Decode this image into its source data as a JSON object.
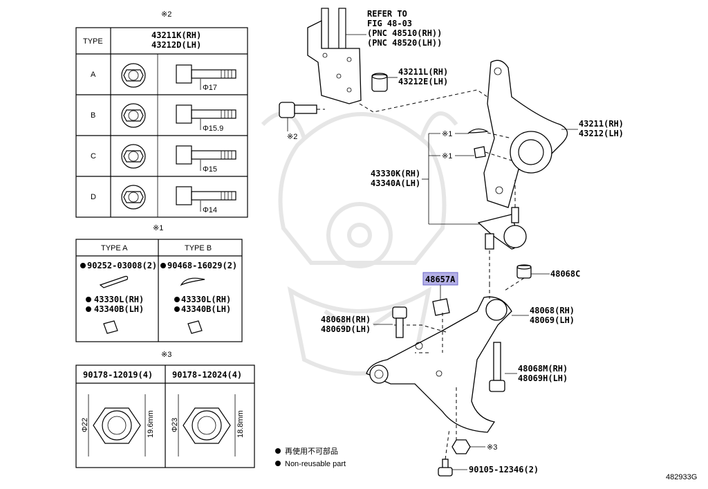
{
  "diagram_id": "482933G",
  "table_bolts": {
    "note": "※2",
    "header_type": "TYPE",
    "header_parts": [
      "43211K(RH)",
      "43212D(LH)"
    ],
    "rows": [
      {
        "type": "A",
        "dia": "Φ17"
      },
      {
        "type": "B",
        "dia": "Φ15.9"
      },
      {
        "type": "C",
        "dia": "Φ15"
      },
      {
        "type": "D",
        "dia": "Φ14"
      }
    ]
  },
  "table_pins": {
    "note": "※1",
    "col_a": {
      "title": "TYPE A",
      "part": "90252-03008(2)",
      "sub1": "43330L(RH)",
      "sub2": "43340B(LH)"
    },
    "col_b": {
      "title": "TYPE B",
      "part": "90468-16029(2)",
      "sub1": "43330L(RH)",
      "sub2": "43340B(LH)"
    }
  },
  "table_nuts": {
    "note": "※3",
    "col_1": {
      "part": "90178-12019(4)",
      "dia": "Φ22",
      "h": "19.6mm"
    },
    "col_2": {
      "part": "90178-12024(4)",
      "dia": "Φ23",
      "h": "18.8mm"
    }
  },
  "legend": {
    "line1": "再使用不可部品",
    "line2": "Non-reusable part"
  },
  "refer": [
    "REFER TO",
    "FIG 48-03",
    "(PNC 48510(RH))",
    "(PNC 48520(LH))"
  ],
  "callouts": {
    "bushing_a": [
      "43211L(RH)",
      "43212E(LH)"
    ],
    "knuckle": [
      "43211(RH)",
      "43212(LH)"
    ],
    "balljoint": [
      "43330K(RH)",
      "43340A(LH)"
    ],
    "mark1a": "※1",
    "mark1b": "※1",
    "mark2": "※2",
    "mark3": "※3",
    "highlight": "48657A",
    "nut_c": "48068C",
    "arm": [
      "48068(RH)",
      "48069(LH)"
    ],
    "bolt_h": [
      "48068H(RH)",
      "48069D(LH)"
    ],
    "bolt_m": [
      "48068M(RH)",
      "48069H(LH)"
    ],
    "bolt_bottom": "90105-12346(2)"
  }
}
